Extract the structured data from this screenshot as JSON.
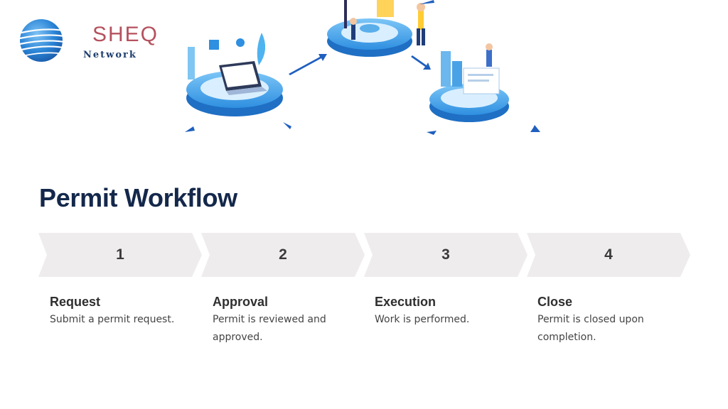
{
  "logo": {
    "name": "SHEQ",
    "subtitle": "Network"
  },
  "slide": {
    "title": "Permit Workflow"
  },
  "steps": [
    {
      "number": "1",
      "title": "Request",
      "description": "Submit a permit request."
    },
    {
      "number": "2",
      "title": "Approval",
      "description": "Permit is reviewed and approved."
    },
    {
      "number": "3",
      "title": "Execution",
      "description": "Work is performed."
    },
    {
      "number": "4",
      "title": "Close",
      "description": "Permit is closed upon completion."
    }
  ],
  "colors": {
    "title": "#14284b",
    "chevron": "#efeced",
    "logo_text": "#b5515e",
    "accent_blue": "#2f8fe0"
  }
}
